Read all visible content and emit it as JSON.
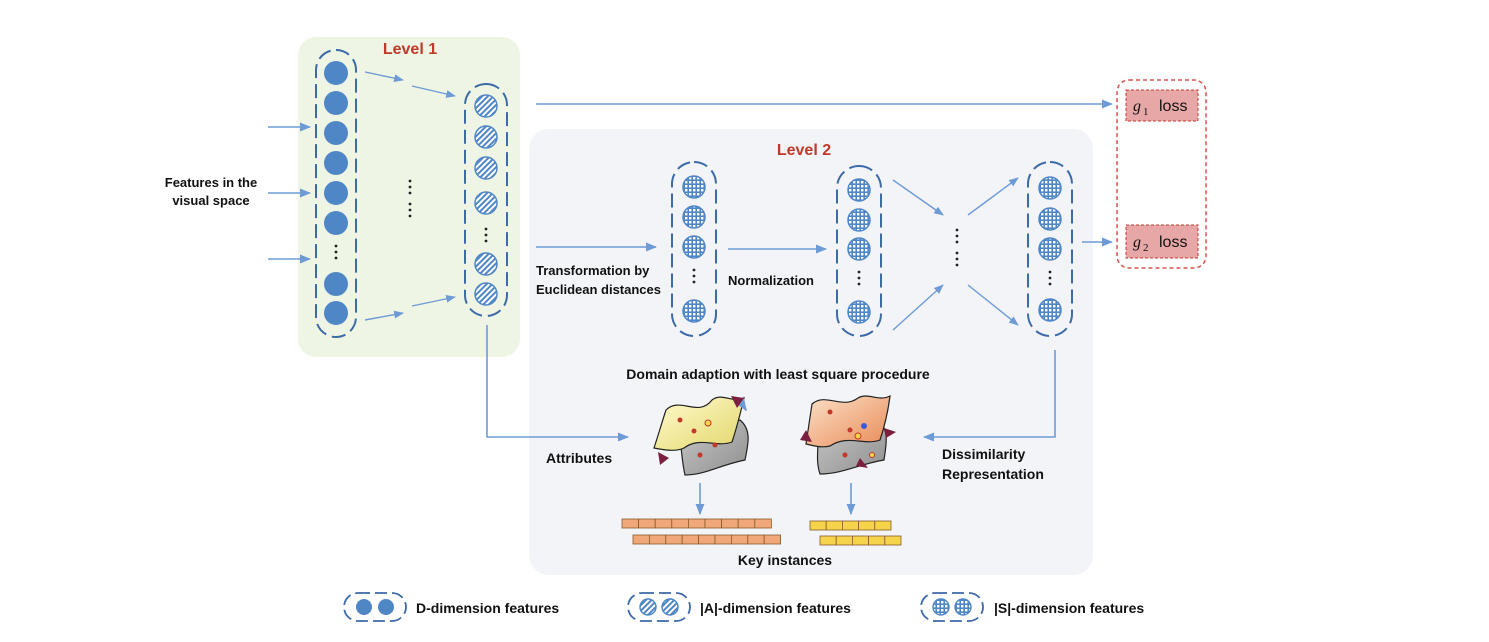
{
  "diagram": {
    "level1": {
      "title": "Level 1"
    },
    "level2": {
      "title": "Level 2"
    },
    "input_label": [
      "Features in the",
      "visual space"
    ],
    "transform_label": [
      "Transformation by",
      "Euclidean distances"
    ],
    "normalization_label": "Normalization",
    "domain_adaption_label": "Domain adaption with least square procedure",
    "attributes_label": "Attributes",
    "dissimilarity_label": [
      "Dissimilarity",
      "Representation"
    ],
    "key_instances_label": "Key instances",
    "losses": [
      {
        "symbol": "g",
        "subscript": "1",
        "text": "loss"
      },
      {
        "symbol": "g",
        "subscript": "2",
        "text": "loss"
      }
    ],
    "legend": [
      {
        "label": "D-dimension features"
      },
      {
        "label": "|A|-dimension features"
      },
      {
        "label": "|S|-dimension features"
      }
    ],
    "colors": {
      "node_fill": "#4f86c6",
      "arrow": "#6e9bd6",
      "level1_bg": "#eef5e4",
      "level2_bg": "#f2f4f8",
      "loss_fill": "#e8a7a7",
      "title_red": "#c0392b",
      "key_orange": "#f0a77a",
      "key_yellow": "#f5d34a"
    }
  }
}
